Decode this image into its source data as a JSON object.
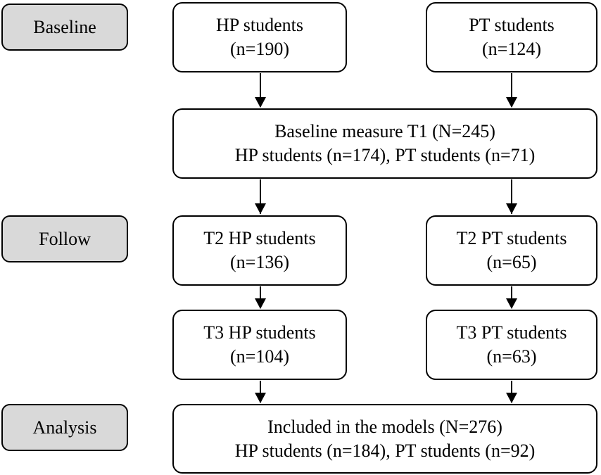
{
  "stages": {
    "baseline": "Baseline",
    "follow": "Follow",
    "analysis": "Analysis"
  },
  "boxes": {
    "hp_recruit": {
      "line1": "HP students",
      "line2": "(n=190)"
    },
    "pt_recruit": {
      "line1": "PT students",
      "line2": "(n=124)"
    },
    "baseline_t1": {
      "line1": "Baseline measure T1 (N=245)",
      "line2": "HP students (n=174), PT students (n=71)"
    },
    "t2_hp": {
      "line1": "T2 HP students",
      "line2": "(n=136)"
    },
    "t2_pt": {
      "line1": "T2 PT students",
      "line2": "(n=65)"
    },
    "t3_hp": {
      "line1": "T3 HP students",
      "line2": "(n=104)"
    },
    "t3_pt": {
      "line1": "T3 PT students",
      "line2": "(n=63)"
    },
    "models": {
      "line1": "Included in the models (N=276)",
      "line2": "HP students (n=184), PT students (n=92)"
    }
  }
}
